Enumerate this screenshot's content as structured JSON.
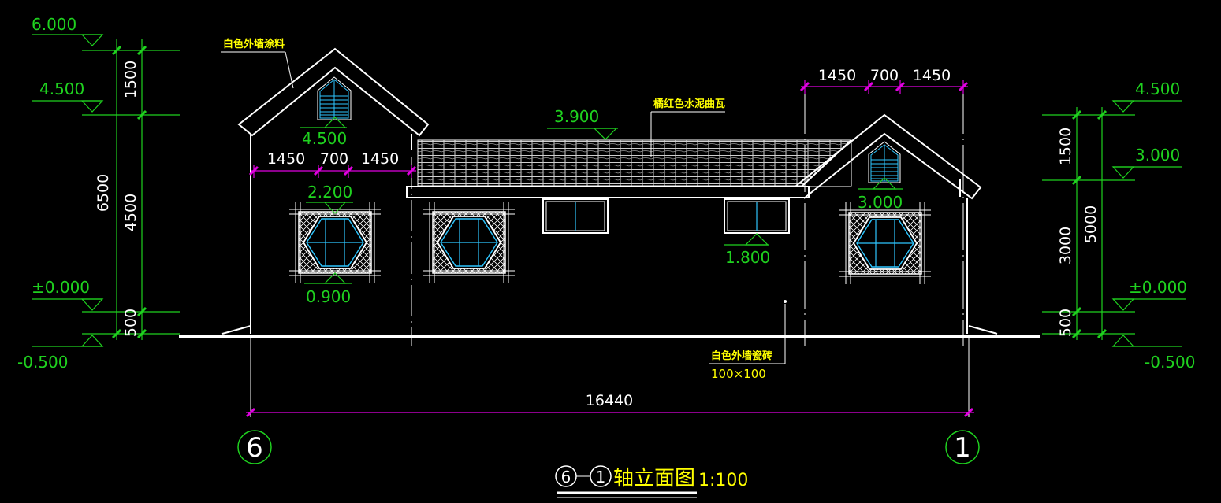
{
  "levels": {
    "left": {
      "l6000": "6.000",
      "l4500": "4.500",
      "l0000": "±0.000",
      "lneg": "-0.500"
    },
    "right": {
      "l4500": "4.500",
      "l3000": "3.000",
      "l0000": "±0.000",
      "lneg": "-0.500"
    },
    "gable_left": "4.500",
    "roof_ridge": "3.900",
    "window_head": "2.200",
    "window_sill": "0.900",
    "high_window_sill": "1.800",
    "gable_right": "3.000"
  },
  "dimensions": {
    "left_total": "6500",
    "left_upper": "1500",
    "left_mid": "4500",
    "left_base": "500",
    "right_total": "5000",
    "right_upper": "1500",
    "right_mid": "3000",
    "right_base": "500",
    "gable_l": [
      "1450",
      "700",
      "1450"
    ],
    "gable_r": [
      "1450",
      "700",
      "1450"
    ],
    "overall": "16440"
  },
  "notes": {
    "gable_paint": "白色外墙涂料",
    "roof_tile": "橘红色水泥曲瓦",
    "wall_tile": "白色外墙瓷砖",
    "wall_tile_size": "100×100"
  },
  "axes": {
    "left": "6",
    "right": "1"
  },
  "title": {
    "axis_a": "6",
    "axis_b": "1",
    "text": "轴立面图",
    "scale": "1:100"
  },
  "colors": {
    "level": "#1fd11f",
    "dim_line": "#e000e0",
    "note": "#ffff00",
    "outline": "#ffffff"
  }
}
